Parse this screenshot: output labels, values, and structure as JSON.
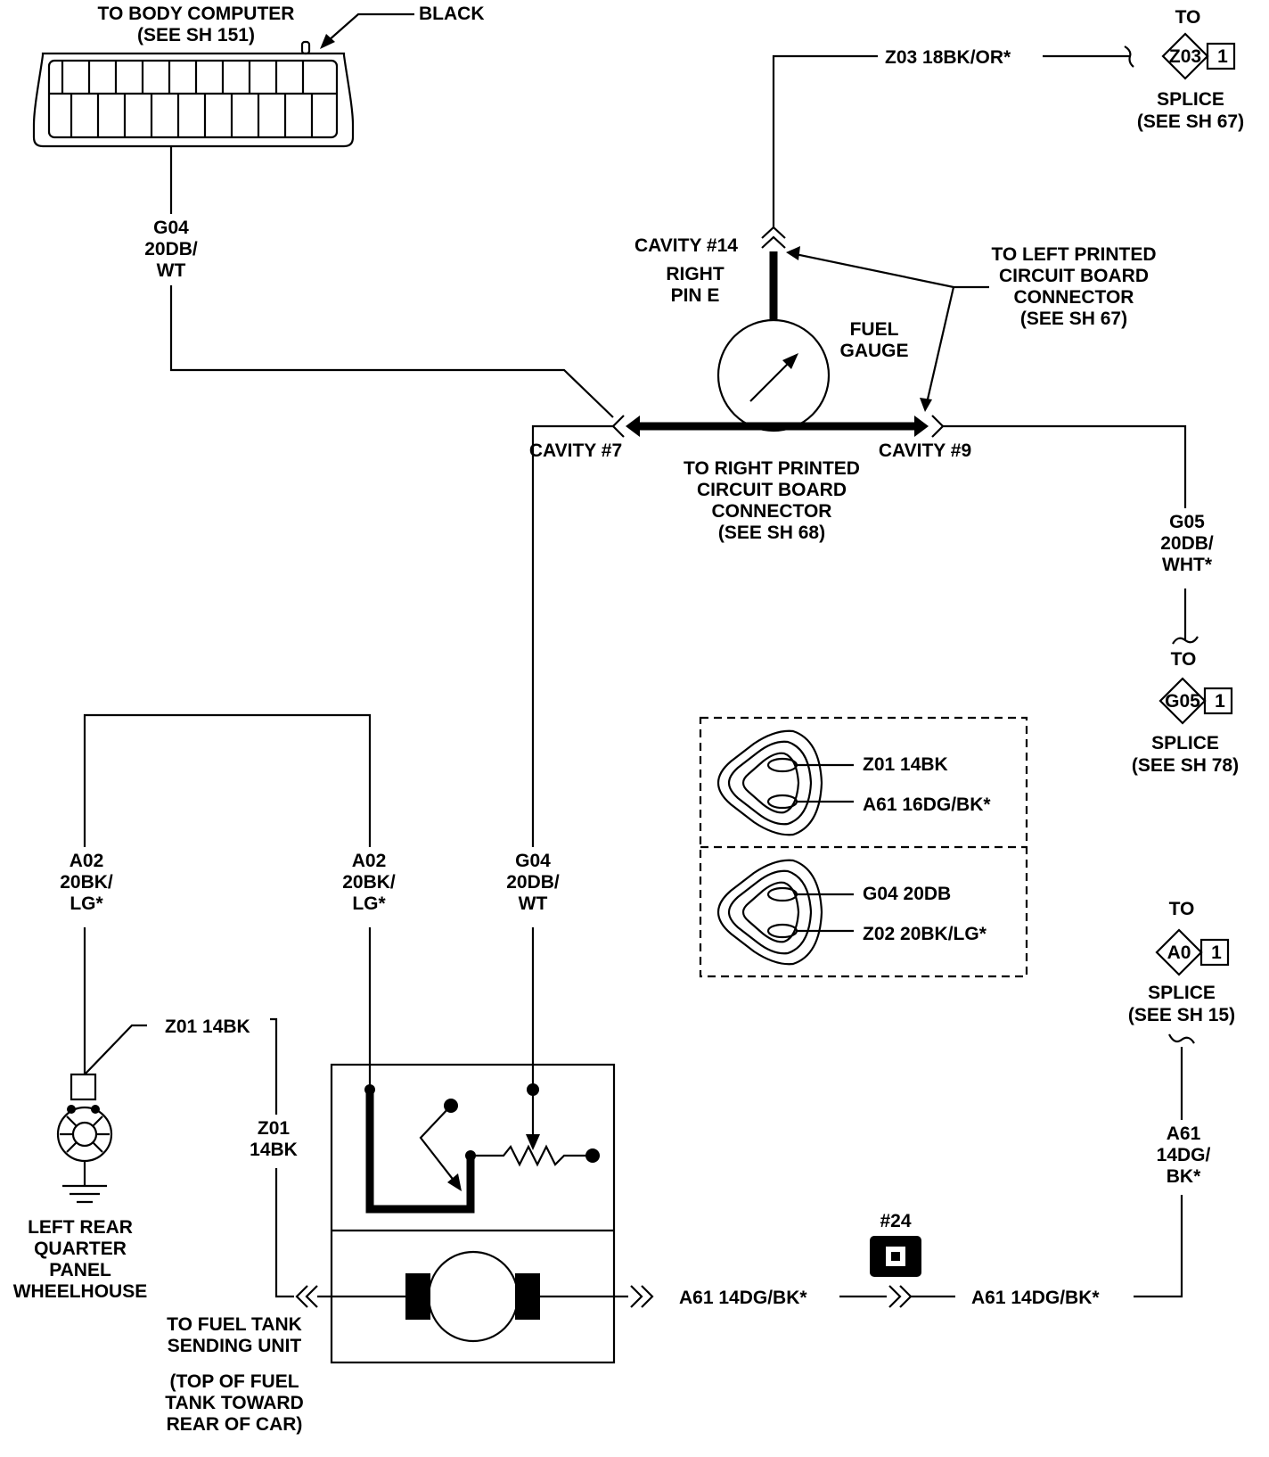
{
  "labels": {
    "body_computer_line1": "TO BODY COMPUTER",
    "body_computer_line2": "(SEE SH 151)",
    "black": "BLACK",
    "g04_top_1": "G04",
    "g04_top_2": "20DB/",
    "g04_top_3": "WT",
    "z03_wire": "Z03 18BK/OR*",
    "to_z03": "TO",
    "z03_splice_id": "Z03",
    "z03_splice_pin": "1",
    "z03_splice_1": "SPLICE",
    "z03_splice_2": "(SEE SH 67)",
    "cavity14": "CAVITY #14",
    "right_pin_1": "RIGHT",
    "right_pin_2": "PIN E",
    "fuel_gauge_1": "FUEL",
    "fuel_gauge_2": "GAUGE",
    "left_pcb_1": "TO LEFT PRINTED",
    "left_pcb_2": "CIRCUIT BOARD",
    "left_pcb_3": "CONNECTOR",
    "left_pcb_4": "(SEE SH 67)",
    "cavity7": "CAVITY #7",
    "cavity9": "CAVITY #9",
    "right_pcb_1": "TO RIGHT PRINTED",
    "right_pcb_2": "CIRCUIT BOARD",
    "right_pcb_3": "CONNECTOR",
    "right_pcb_4": "(SEE SH 68)",
    "g05_1": "G05",
    "g05_2": "20DB/",
    "g05_3": "WHT*",
    "to_g05": "TO",
    "g05_splice_id": "G05",
    "g05_splice_pin": "1",
    "g05_splice_1": "SPLICE",
    "g05_splice_2": "(SEE SH 78)",
    "conn_z01": "Z01 14BK",
    "conn_a61": "A61 16DG/BK*",
    "conn_g04": "G04 20DB",
    "conn_z02": "Z02 20BK/LG*",
    "a02_left_1": "A02",
    "a02_left_2": "20BK/",
    "a02_left_3": "LG*",
    "a02_mid_1": "A02",
    "a02_mid_2": "20BK/",
    "a02_mid_3": "LG*",
    "g04_low_1": "G04",
    "g04_low_2": "20DB/",
    "g04_low_3": "WT",
    "to_a0": "TO",
    "a0_splice_id": "A0",
    "a0_splice_pin": "1",
    "a0_splice_1": "SPLICE",
    "a0_splice_2": "(SEE SH 15)",
    "z01_wire": "Z01 14BK",
    "z01_vert_1": "Z01",
    "z01_vert_2": "14BK",
    "ground_1": "LEFT REAR",
    "ground_2": "QUARTER",
    "ground_3": "PANEL",
    "ground_4": "WHEELHOUSE",
    "fuel_tank_1": "TO FUEL TANK",
    "fuel_tank_2": "SENDING UNIT",
    "fuel_tank_3": "(TOP OF FUEL",
    "fuel_tank_4": "TANK TOWARD",
    "fuel_tank_5": "REAR OF CAR)",
    "a61_right_1": "A61",
    "a61_right_2": "14DG/",
    "a61_right_3": "BK*",
    "a61_bottom_1": "A61 14DG/BK*",
    "a61_bottom_2": "A61 14DG/BK*",
    "connector24": "#24"
  }
}
